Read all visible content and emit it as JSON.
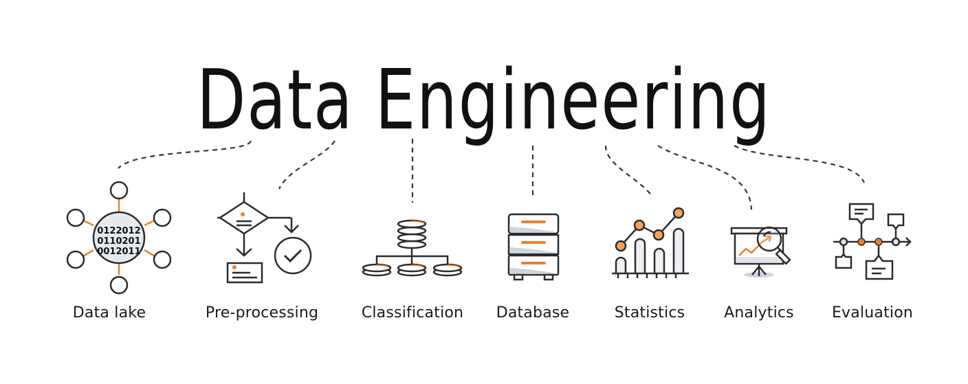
{
  "title": "Data Engineering",
  "colors": {
    "stroke": "#2b2b2b",
    "accent": "#e8812c",
    "shade": "#cfd5de",
    "background": "#ffffff"
  },
  "items": [
    {
      "label": "Data lake",
      "icon": "data-lake-icon",
      "binary": [
        "0122012",
        "0110201",
        "0012011"
      ]
    },
    {
      "label": "Pre-processing",
      "icon": "flowchart-icon"
    },
    {
      "label": "Classification",
      "icon": "hierarchy-database-icon"
    },
    {
      "label": "Database",
      "icon": "server-cabinet-icon"
    },
    {
      "label": "Statistics",
      "icon": "bar-line-chart-icon"
    },
    {
      "label": "Analytics",
      "icon": "presentation-magnifier-icon"
    },
    {
      "label": "Evaluation",
      "icon": "timeline-icon"
    }
  ]
}
